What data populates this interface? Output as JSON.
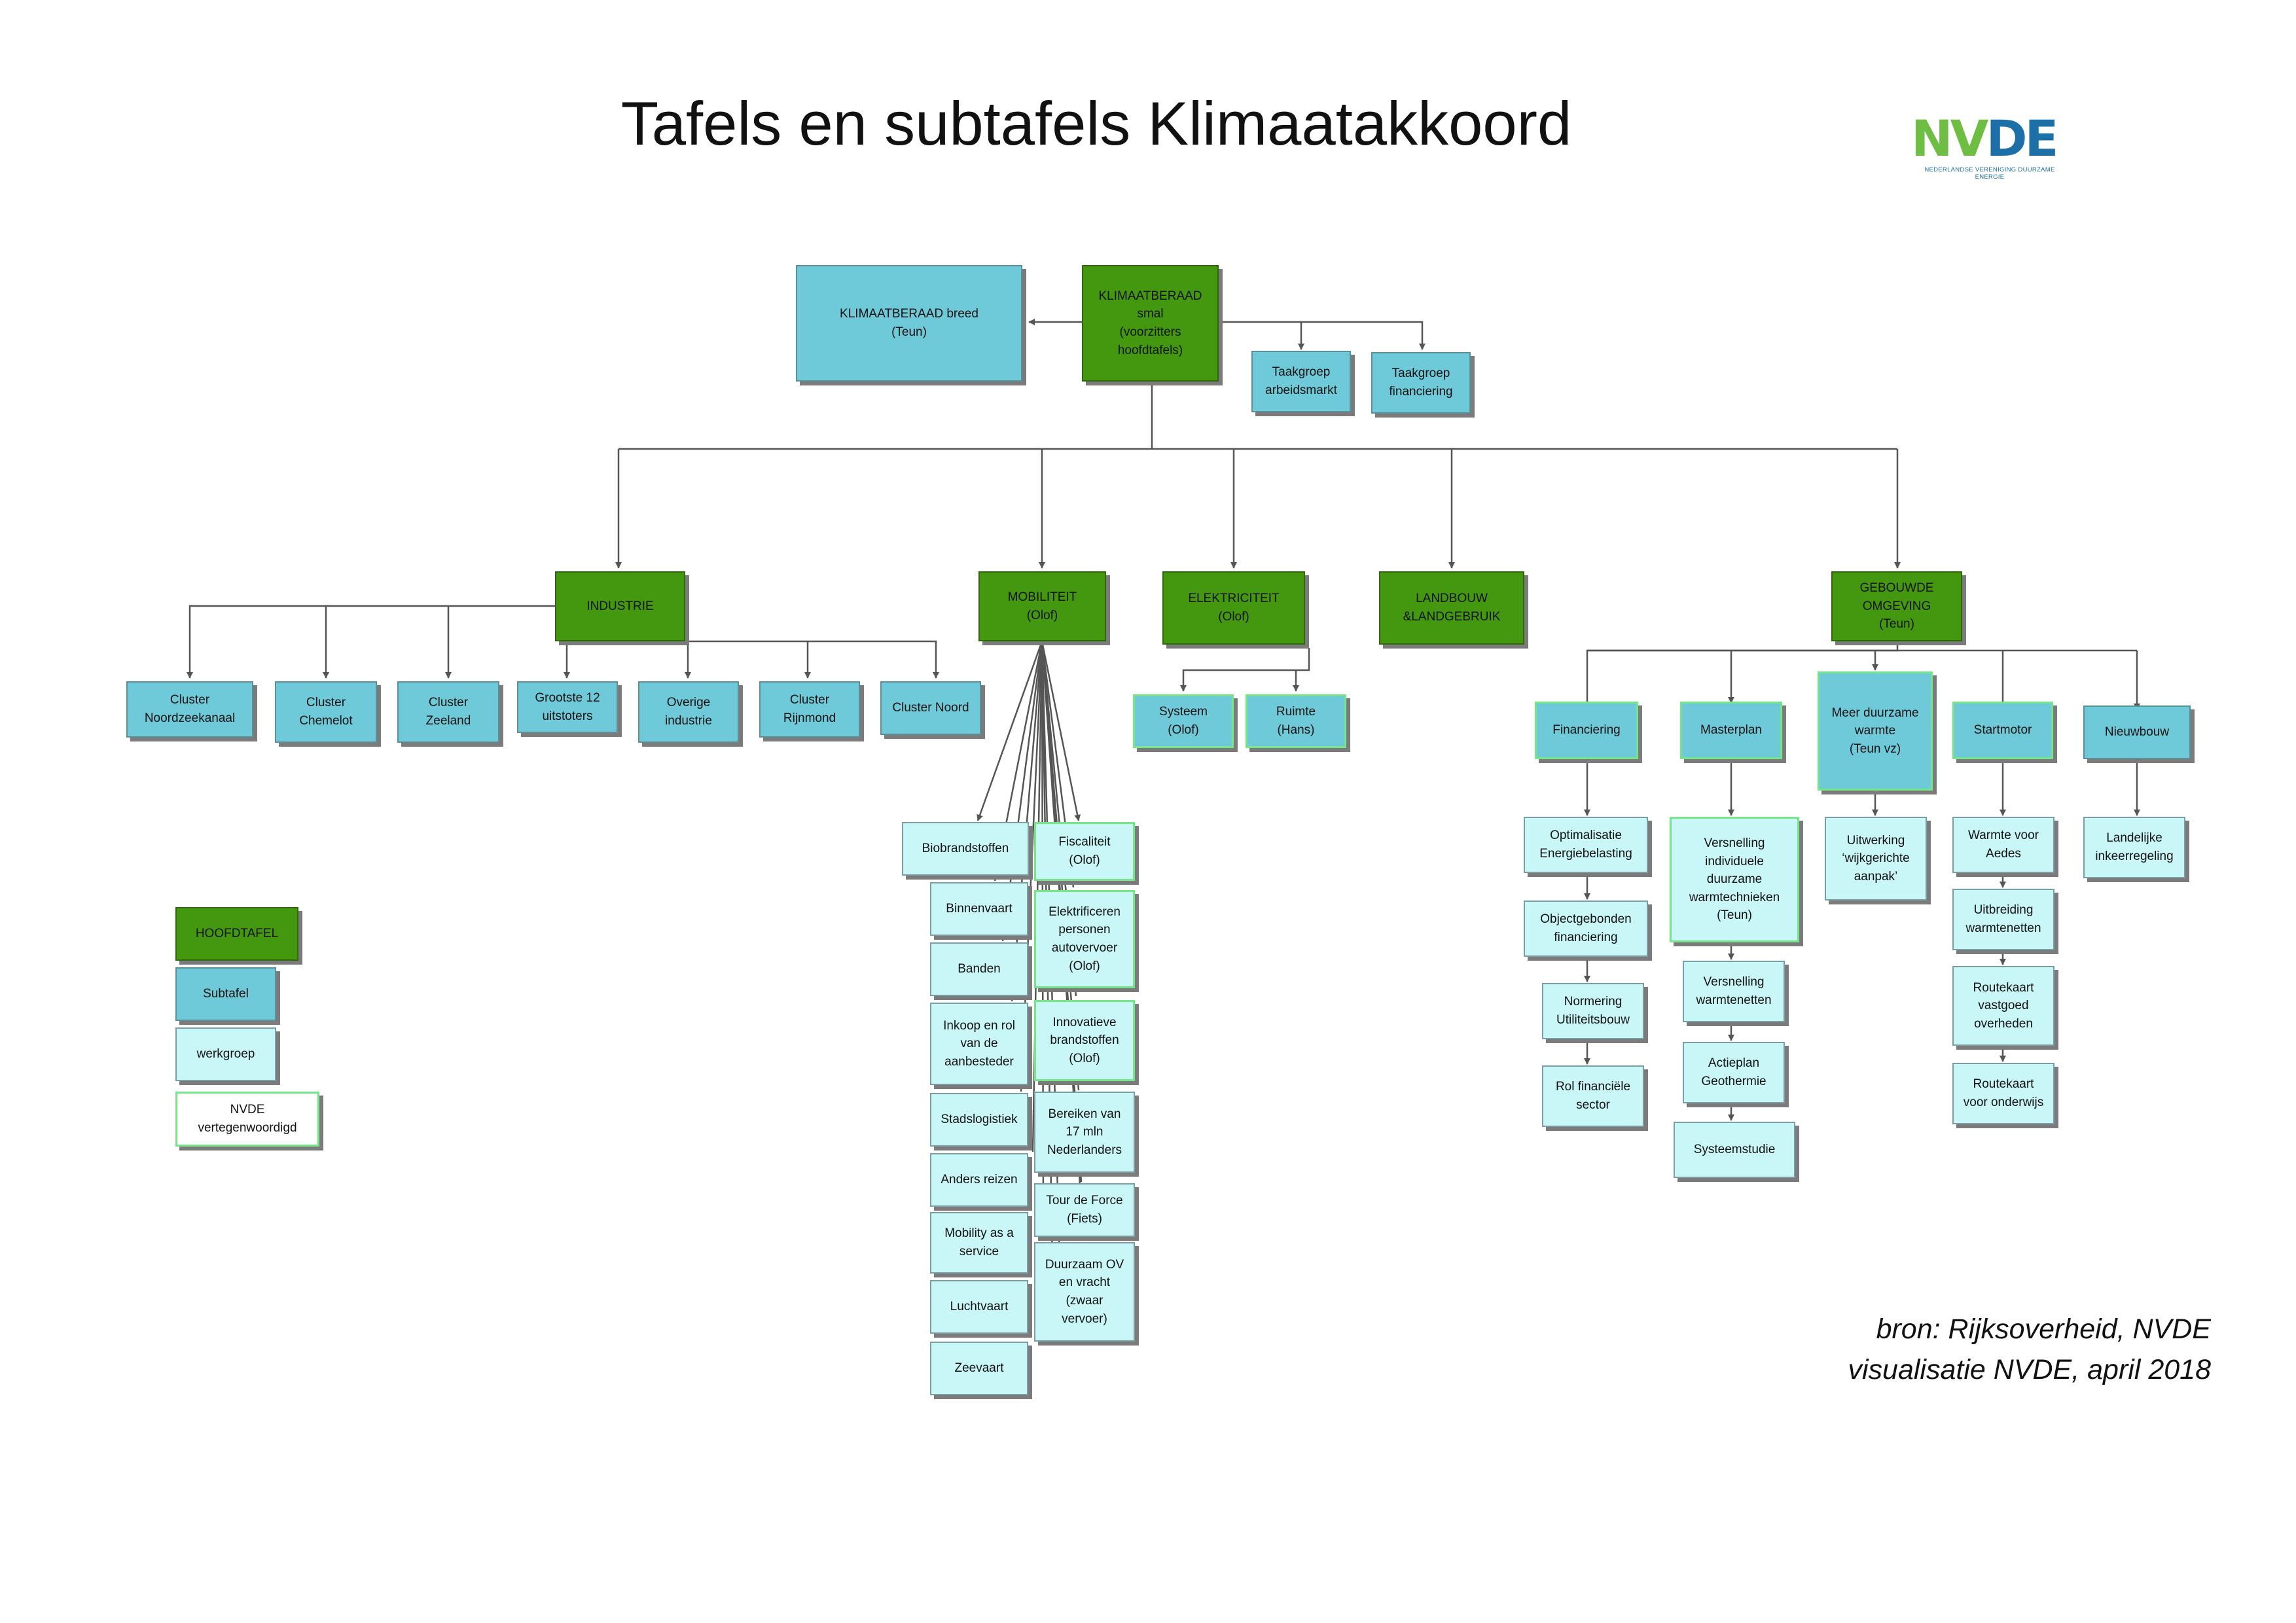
{
  "title": "Tafels en subtafels Klimaatakkoord",
  "logo": {
    "text": "NVDE",
    "tagline": "NEDERLANDSE VERENIGING DUURZAME ENERGIE",
    "colors": {
      "green": "#6fbe44",
      "blue": "#1d6fa8"
    }
  },
  "credit": {
    "line1": "bron: Rijksoverheid, NVDE",
    "line2": "visualisatie NVDE, april 2018"
  },
  "colors": {
    "hoofdtafel": "#43980f",
    "subtafel": "#6ecad8",
    "werkgroep": "#c9f6f7",
    "nvde_border": "#76e58a",
    "connector": "#555555"
  },
  "legend": {
    "hoofdtafel": "HOOFDTAFEL",
    "subtafel": "Subtafel",
    "werkgroep": "werkgroep",
    "nvde": "NVDE\nvertegenwoordigd"
  },
  "nodes": {
    "kb_breed": "KLIMAATBERAAD breed\n(Teun)",
    "kb_smal": "KLIMAATBERAAD\nsmal\n(voorzitters\nhoofdtafels)",
    "tg_arbeidsmarkt": "Taakgroep\narbeidsmarkt",
    "tg_financiering": "Taakgroep\nfinanciering",
    "industrie": "INDUSTRIE",
    "mobiliteit": "MOBILITEIT\n(Olof)",
    "elektriciteit": "ELEKTRICITEIT\n(Olof)",
    "landbouw": "LANDBOUW\n&LANDGEBRUIK",
    "gebouwde": "GEBOUWDE\nOMGEVING\n(Teun)",
    "cl_noordzeekanaal": "Cluster\nNoordzeekanaal",
    "cl_chemelot": "Cluster\nChemelot",
    "cl_zeeland": "Cluster\nZeeland",
    "grootste12": "Grootste 12\nuitstoters",
    "overige": "Overige\nindustrie",
    "cl_rijnmond": "Cluster\nRijnmond",
    "cl_noord": "Cluster Noord",
    "systeem": "Systeem\n(Olof)",
    "ruimte": "Ruimte\n(Hans)",
    "biobrandstoffen": "Biobrandstoffen",
    "binnenvaart": "Binnenvaart",
    "banden": "Banden",
    "inkoop": "Inkoop en rol\nvan de\naanbesteder",
    "stadslogistiek": "Stadslogistiek",
    "anders_reizen": "Anders reizen",
    "maas": "Mobility as a\nservice",
    "luchtvaart": "Luchtvaart",
    "zeevaart": "Zeevaart",
    "fiscaliteit": "Fiscaliteit\n(Olof)",
    "elektrificeren": "Elektrificeren\npersonen\nautovervoer\n(Olof)",
    "innovatieve": "Innovatieve\nbrandstoffen\n(Olof)",
    "bereiken": "Bereiken van\n17 mln\nNederlanders",
    "tour": "Tour de Force\n(Fiets)",
    "duurzaam_ov": "Duurzaam OV\nen vracht\n(zwaar\nvervoer)",
    "financiering": "Financiering",
    "masterplan": "Masterplan",
    "meer_duurzame": "Meer duurzame\nwarmte\n(Teun vz)",
    "startmotor": "Startmotor",
    "nieuwbouw": "Nieuwbouw",
    "optimalisatie": "Optimalisatie\nEnergiebelasting",
    "objectgebonden": "Objectgebonden\nfinanciering",
    "normering": "Normering\nUtiliteitsbouw",
    "rol_fin": "Rol financiële\nsector",
    "versnelling_ind": "Versnelling\nindividuele\nduurzame\nwarmtechnieken\n(Teun)",
    "versnelling_wn": "Versnelling\nwarmtenetten",
    "actieplan": "Actieplan\nGeothermie",
    "systeemstudie": "Systeemstudie",
    "uitwerking": "Uitwerking\n‘wijkgerichte\naanpak’",
    "warmte_aedes": "Warmte voor\nAedes",
    "uitbreiding": "Uitbreiding\nwarmtenetten",
    "routekaart_vast": "Routekaart\nvastgoed\noverheden",
    "routekaart_ond": "Routekaart\nvoor onderwijs",
    "landelijke": "Landelijke\ninkeerregeling"
  }
}
